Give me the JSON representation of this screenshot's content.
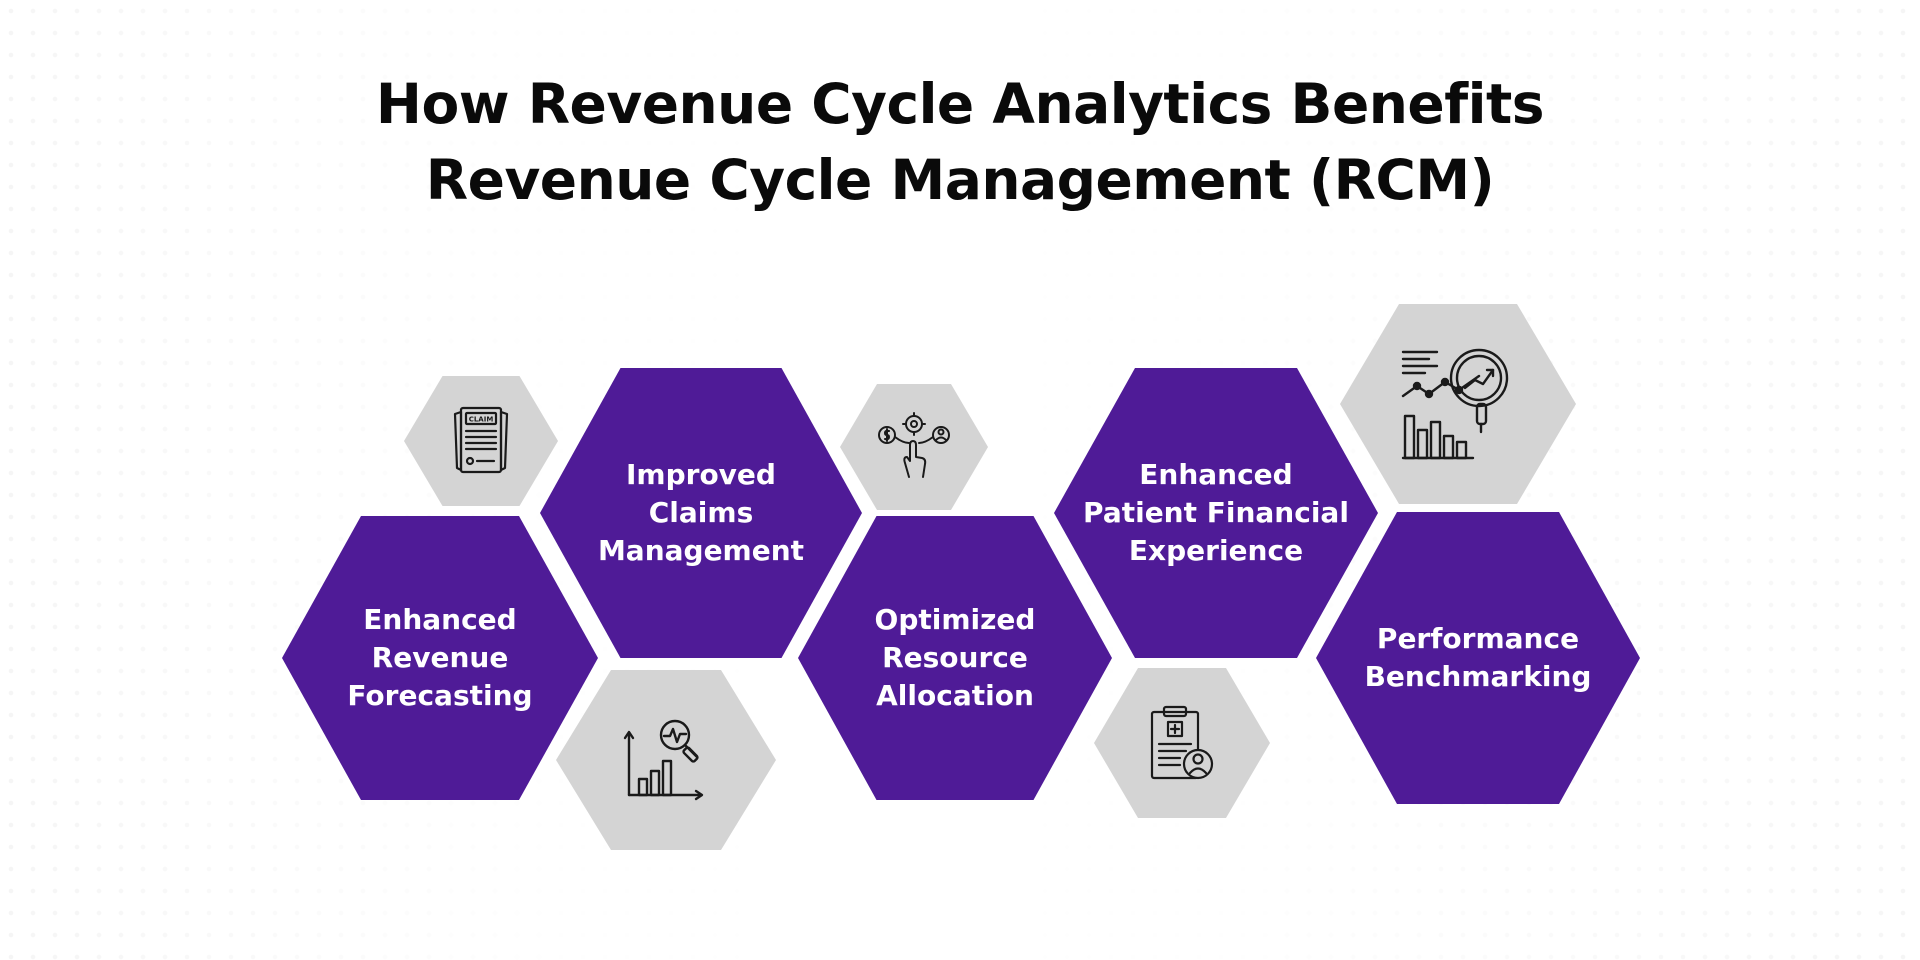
{
  "title": {
    "line1": "How Revenue Cycle Analytics Benefits",
    "line2": "Revenue Cycle Management (RCM)"
  },
  "benefits": [
    {
      "lines": [
        "Enhanced",
        "Revenue",
        "Forecasting"
      ]
    },
    {
      "lines": [
        "Improved",
        "Claims",
        "Management"
      ]
    },
    {
      "lines": [
        "Optimized",
        "Resource",
        "Allocation"
      ]
    },
    {
      "lines": [
        "Enhanced",
        "Patient Financial",
        "Experience"
      ]
    },
    {
      "lines": [
        "Performance",
        "Benchmarking"
      ]
    }
  ],
  "icons": {
    "claim_badge": "CLAIM",
    "claim": "claim-document-icon",
    "analytics": "chart-magnifier-icon",
    "resources": "touch-gear-icon",
    "patient": "clipboard-patient-icon",
    "benchmark": "report-analytics-icon"
  },
  "colors": {
    "purple": "#4f1b97",
    "gray": "#d4d4d4",
    "title": "#0a0a0a"
  }
}
